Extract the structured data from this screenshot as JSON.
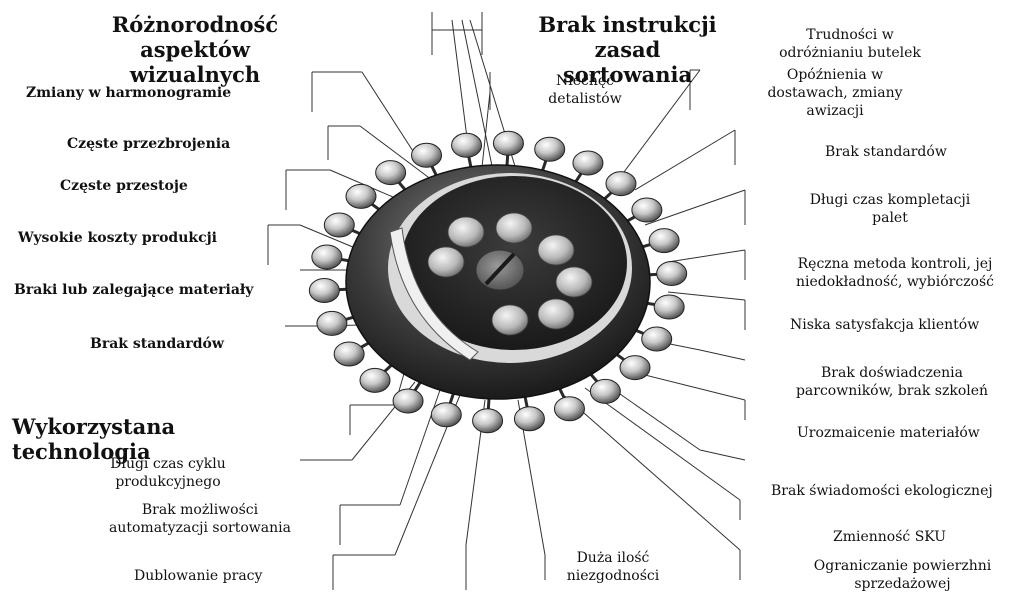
{
  "left_group_title": "Różnorodność aspektów wizualnych",
  "left_items": [
    "Zmiany w harmonogramie",
    "Częste przezbrojenia",
    "Częste przestoje",
    "Wysokie koszty produkcji",
    "Braki lub zalegające materiały",
    "Brak standardów"
  ],
  "bottom_left_title": "Wykorzystana technologia",
  "bottom_left_items": [
    "Długi czas cyklu produkcyjnego",
    "Brak możliwości automatyzacji sortowania",
    "Dublowanie pracy"
  ],
  "top_center_title": "Brak instrukcji zasad sortowania",
  "top_center_item": "Niechęć detalistów",
  "right_items": [
    "Trudności w odróżnianiu butelek",
    "Opóźnienia w dostawach, zmiany awizacji",
    "Brak standardów",
    "Długi czas kompletacji palet",
    "Ręczna metoda kontroli, jej niedokładność, wybiórczość",
    "Niska satysfakcja klientów",
    "Brak doświadczenia parcowników, brak szkoleń",
    "Urozmaicenie materiałów",
    "Brak świadomości ekologicznej",
    "Zmienność SKU",
    "Ograniczanie powierzhni sprzedażowej"
  ],
  "bottom_center_item": "Duża ilość niezgodności"
}
